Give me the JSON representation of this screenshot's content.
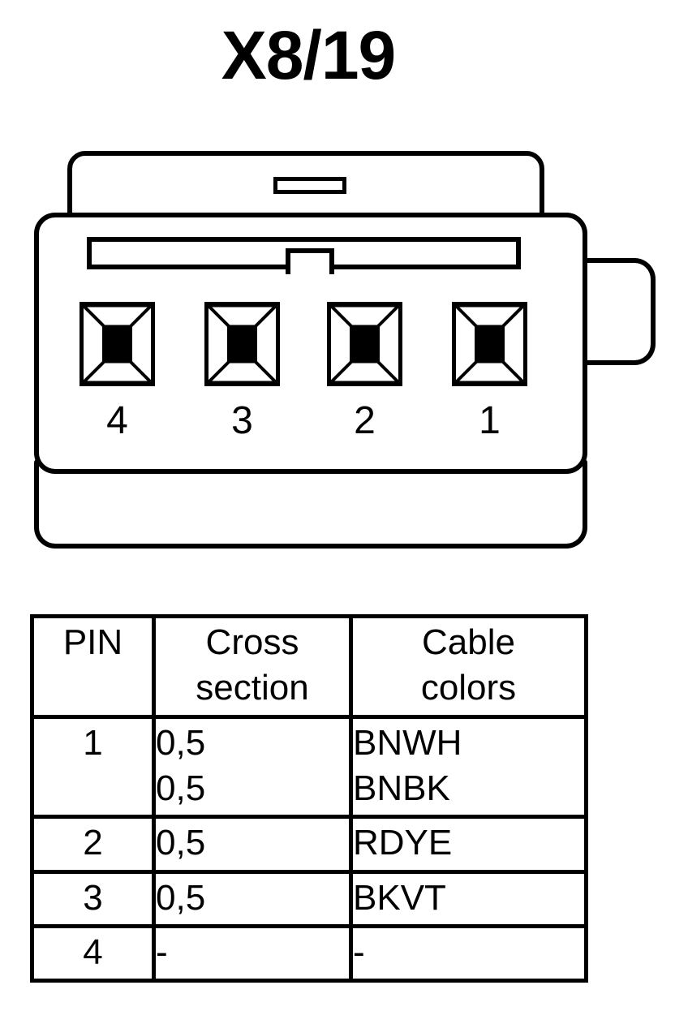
{
  "title": "X8/19",
  "connector": {
    "name": "4-way connector",
    "pin_count": 4,
    "cavity_labels": [
      "4",
      "3",
      "2",
      "1"
    ],
    "parts": {
      "rear_tab": "rear-shell-tab",
      "rear_tab_slot": "rear-tab-slot",
      "main_body": "connector-main-body",
      "side_latch": "side-latch",
      "key_bar": "keying-bar",
      "key_bar_notch": "keying-bar-notch",
      "skirt": "lower-skirt"
    }
  },
  "table": {
    "headers": {
      "pin": "PIN",
      "cross_section": [
        "Cross",
        "section"
      ],
      "cable_colors": [
        "Cable",
        "colors"
      ]
    },
    "rows": [
      {
        "pin": "1",
        "cross_section": [
          "0,5",
          "0,5"
        ],
        "cable_colors": [
          "BNWH",
          "BNBK"
        ]
      },
      {
        "pin": "2",
        "cross_section": [
          "0,5"
        ],
        "cable_colors": [
          "RDYE"
        ]
      },
      {
        "pin": "3",
        "cross_section": [
          "0,5"
        ],
        "cable_colors": [
          "BKVT"
        ]
      },
      {
        "pin": "4",
        "cross_section": [
          "-"
        ],
        "cable_colors": [
          "-"
        ]
      }
    ]
  },
  "colors": {
    "ink": "#000000",
    "paper": "#ffffff"
  }
}
